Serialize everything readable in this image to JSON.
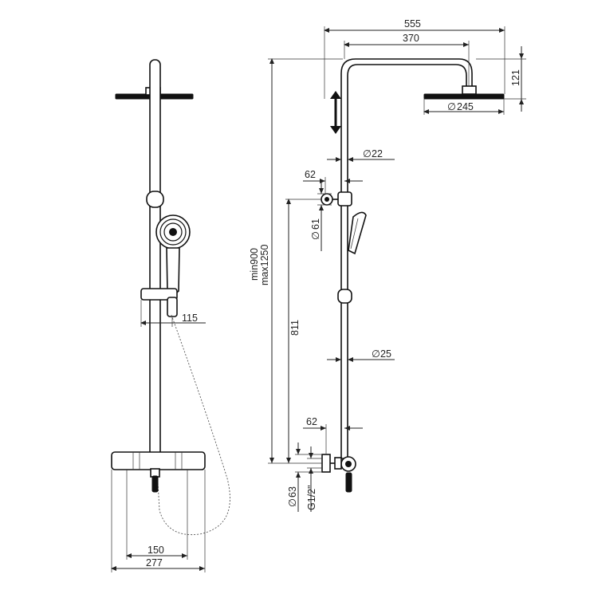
{
  "labels": {
    "d555": "555",
    "d370": "370",
    "d121": "121",
    "d245": "245",
    "d22": "22",
    "d62_top": "62",
    "d61": "61",
    "dmin": "min900",
    "dmax": "max1250",
    "d811": "811",
    "d25": "25",
    "d62_bot": "62",
    "d63": "63",
    "dg12": "G1/2\"",
    "d115": "115",
    "d150": "150",
    "d277": "277"
  },
  "symbols": {
    "diameter": "∅"
  }
}
